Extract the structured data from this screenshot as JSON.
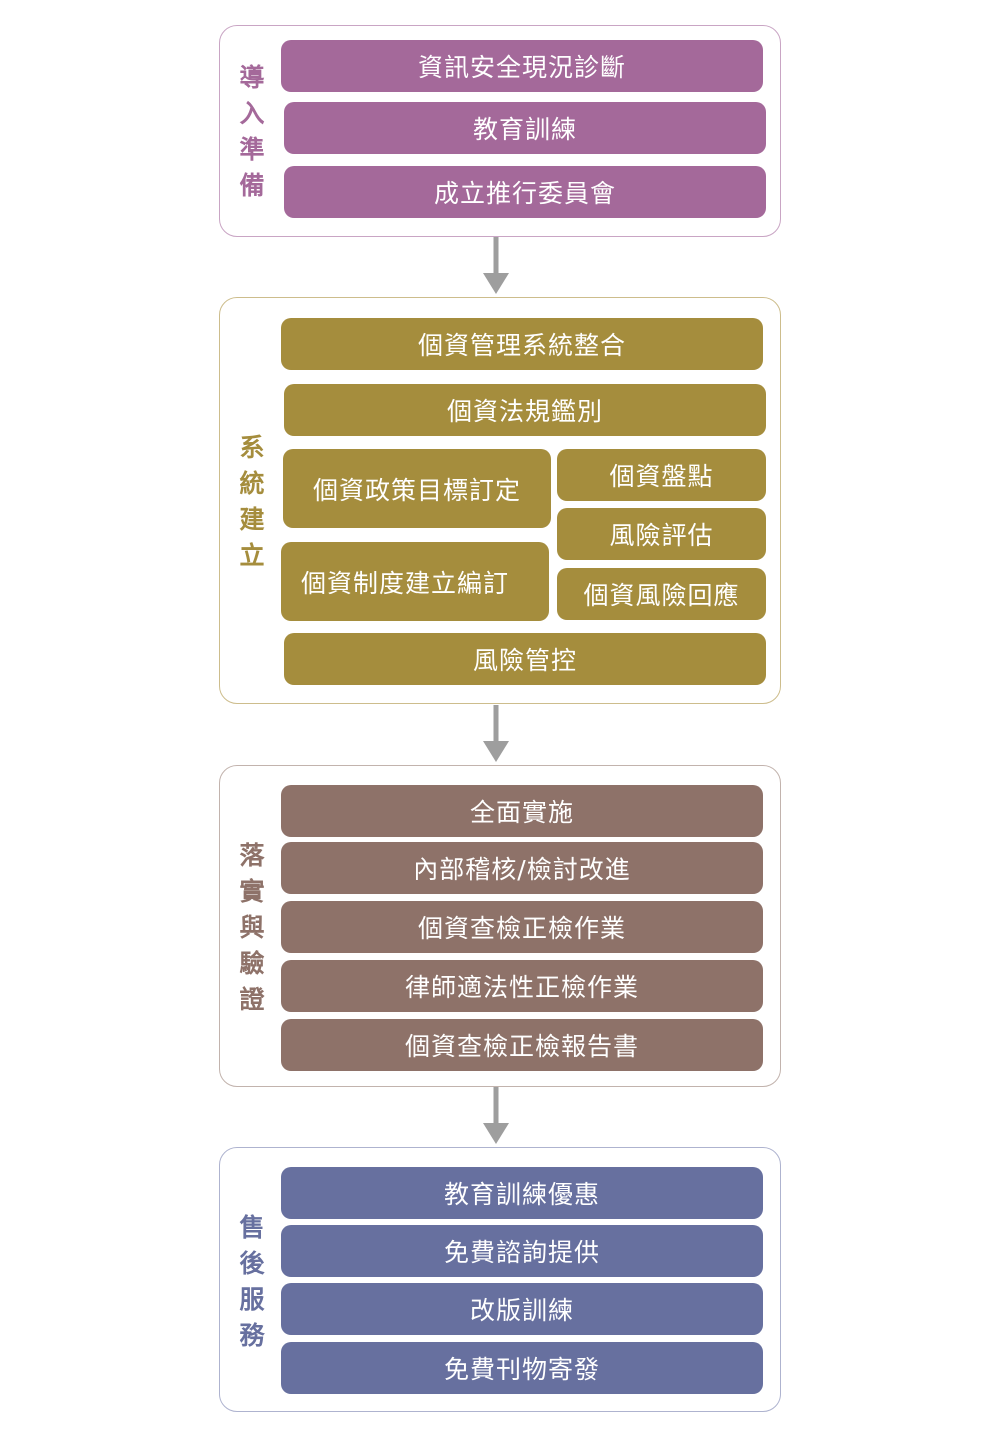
{
  "colors": {
    "stage1": "#a4699a",
    "stage2": "#a58d3d",
    "stage3": "#8e7269",
    "stage4": "#67709f",
    "arrow": "#9e9e9e"
  },
  "stages": [
    {
      "label": "導入準備",
      "items": [
        "資訊安全現況診斷",
        "教育訓練",
        "成立推行委員會"
      ]
    },
    {
      "label": "系統建立",
      "items": [
        "個資管理系統整合",
        "個資法規鑑別",
        "個資政策目標訂定",
        "個資盤點",
        "風險評估",
        "個資制度建立編訂",
        "個資風險回應",
        "風險管控"
      ]
    },
    {
      "label": "落實與驗證",
      "items": [
        "全面實施",
        "內部稽核/檢討改進",
        "個資查檢正檢作業",
        "律師適法性正檢作業",
        "個資查檢正檢報告書"
      ]
    },
    {
      "label": "售後服務",
      "items": [
        "教育訓練優惠",
        "免費諮詢提供",
        "改版訓練",
        "免費刊物寄發"
      ]
    }
  ]
}
